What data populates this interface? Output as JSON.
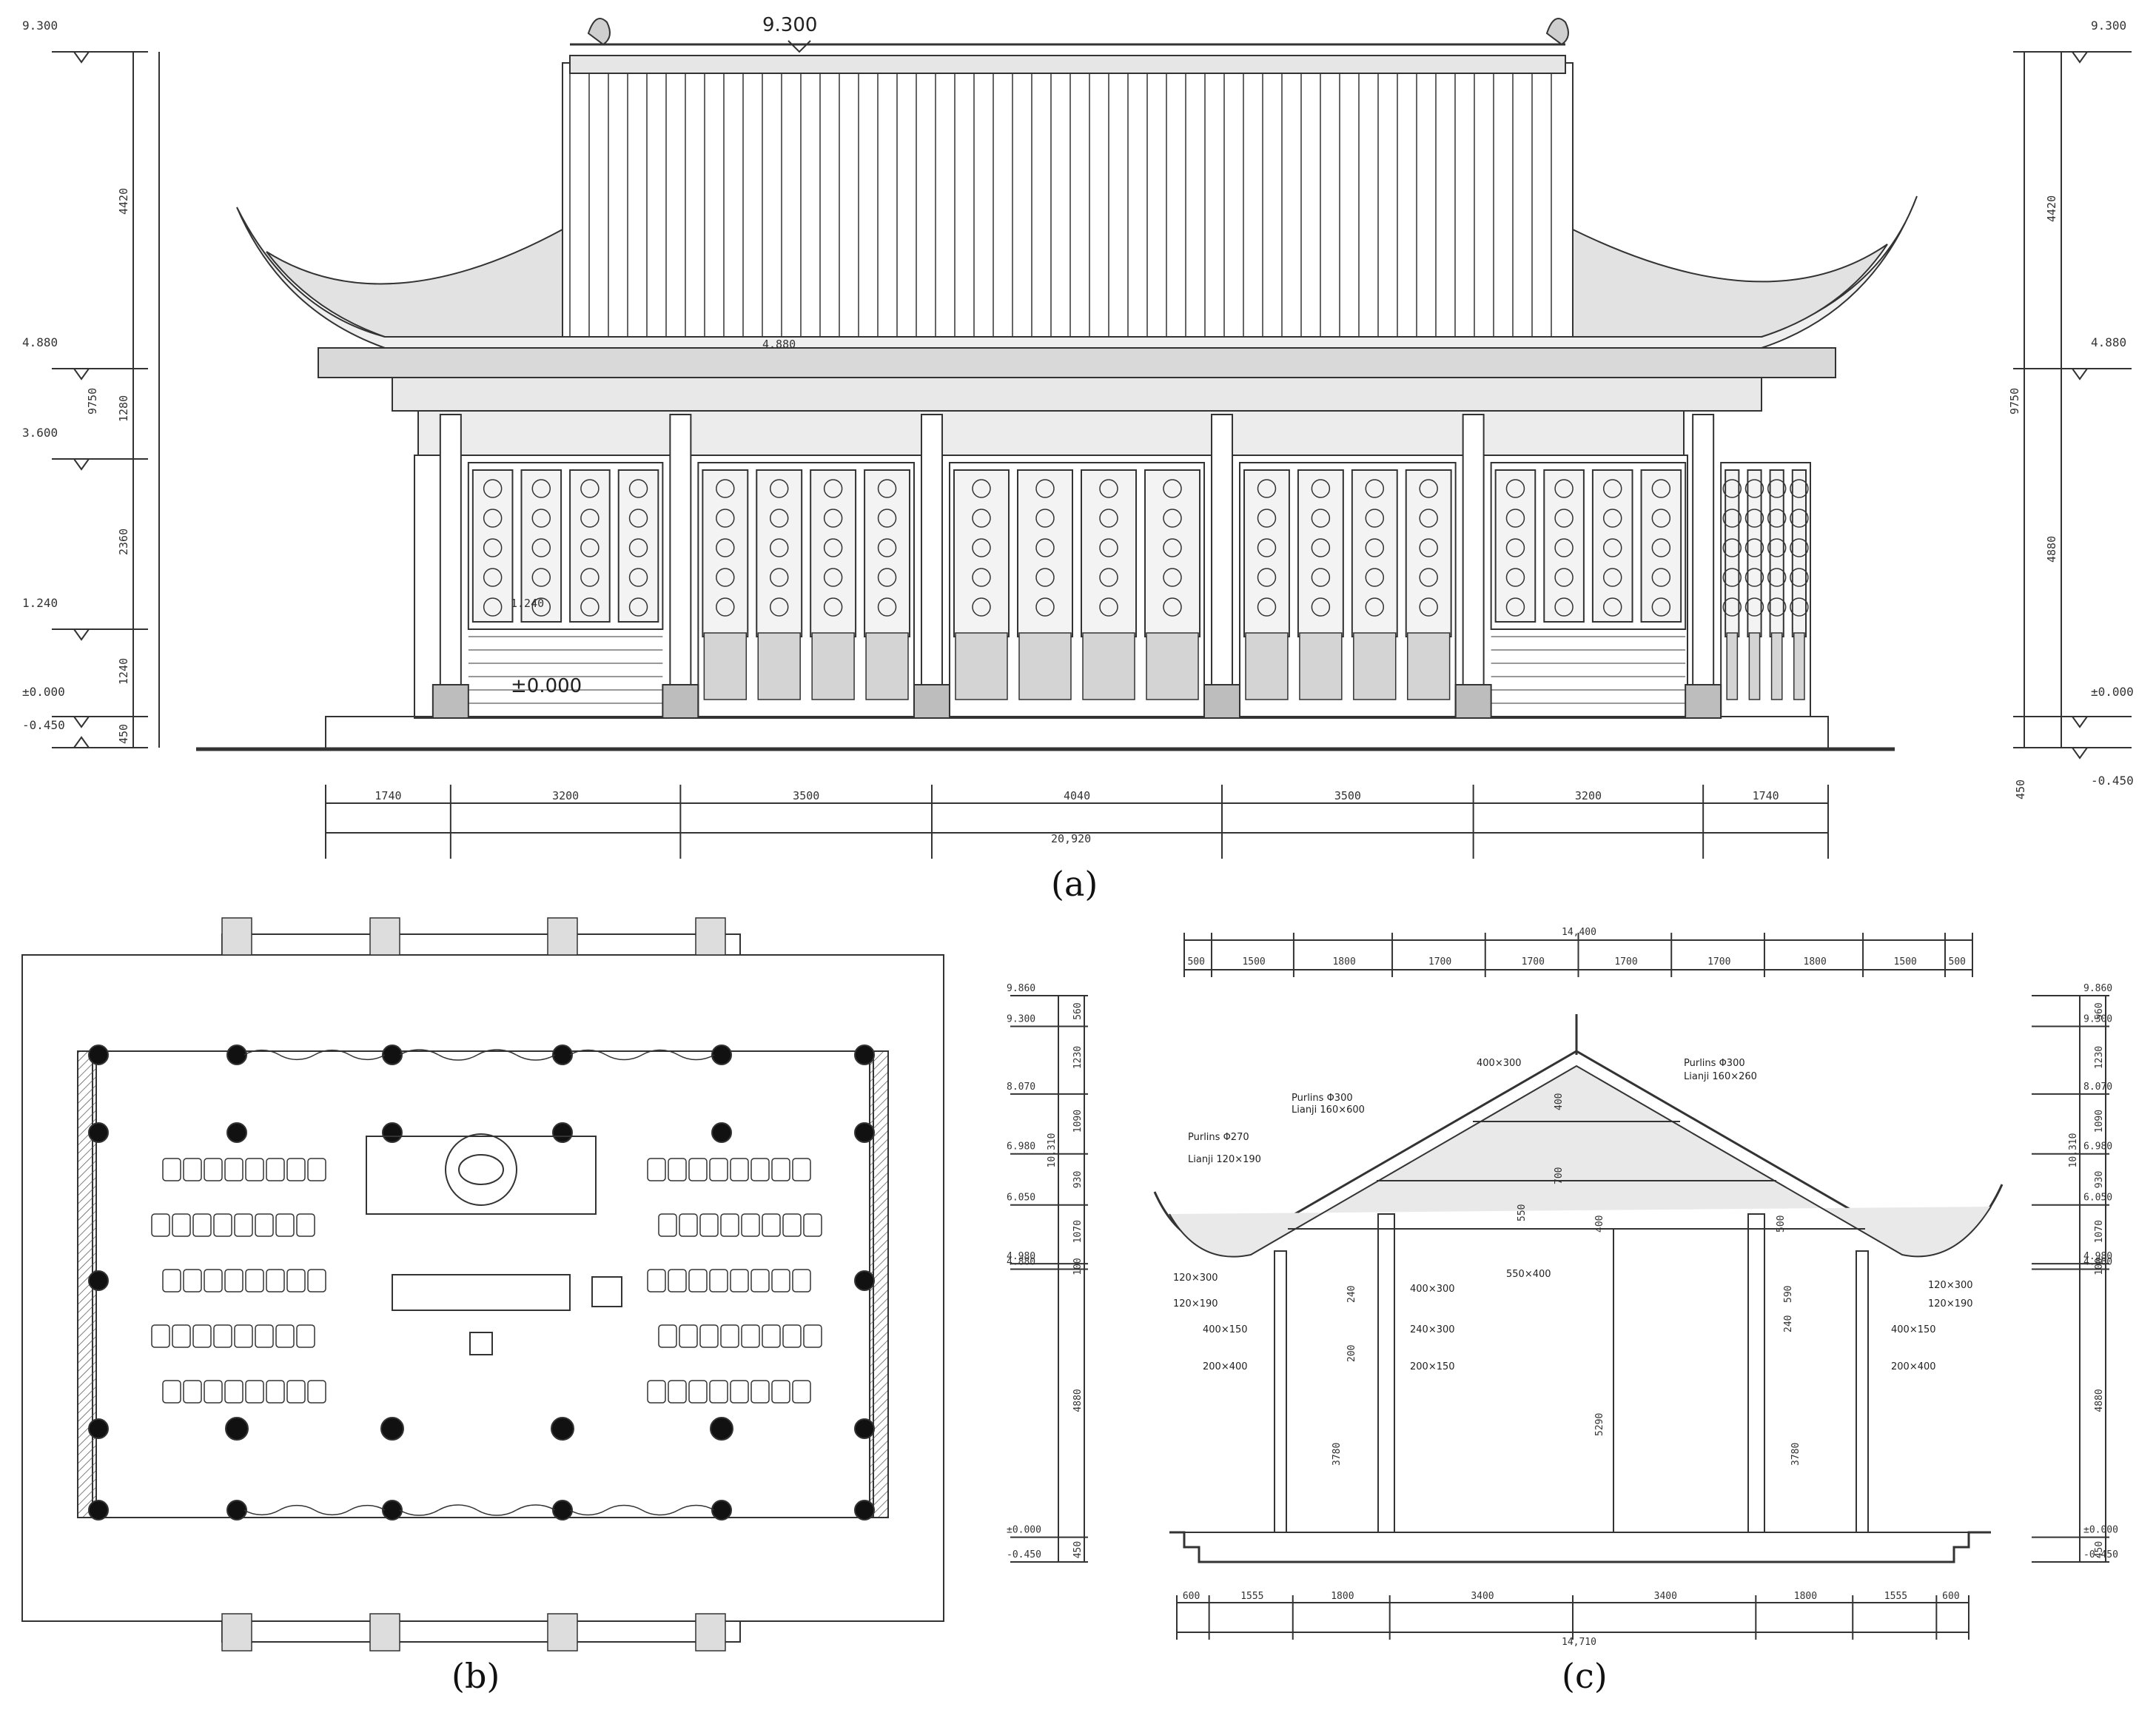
{
  "captions": {
    "a": "(a)",
    "b": "(b)",
    "c": "(c)"
  },
  "elevation": {
    "left_levels": [
      "9.300",
      "4.880",
      "3.600",
      "1.240",
      "±0.000",
      "-0.450"
    ],
    "left_segments": [
      "4420",
      "1280",
      "2360",
      "1240",
      "450"
    ],
    "left_total": "9750",
    "right_levels": [
      "9.300",
      "4.880",
      "±0.000",
      "-0.450"
    ],
    "right_segments": [
      "4420",
      "4880",
      "450"
    ],
    "right_total": "9750",
    "ridge_label": "9.300",
    "eave_label": "4.880",
    "window_label": "1.240",
    "ground_label": "±0.000",
    "bays": [
      "1740",
      "3200",
      "3500",
      "4040",
      "3500",
      "3200",
      "1740"
    ],
    "total_width": "20,920"
  },
  "section": {
    "top_total": "14,400",
    "top_bays": [
      "500",
      "1500",
      "1800",
      "1700",
      "1700",
      "1700",
      "1700",
      "1800",
      "1500",
      "500"
    ],
    "bottom_bays": [
      "600",
      "1555",
      "1800",
      "3400",
      "3400",
      "1800",
      "1555",
      "600"
    ],
    "bottom_total": "14,710",
    "levels": [
      "9.860",
      "9.300",
      "8.070",
      "6.980",
      "6.050",
      "4.980",
      "4.880",
      "±0.000",
      "-0.450"
    ],
    "segments": [
      "560",
      "1230",
      "1090",
      "930",
      "1070",
      "100",
      "4880",
      "450"
    ],
    "total_height": "10,310",
    "notes": {
      "ridge_beam": "400×300",
      "purlin_left_top": "Purlins Φ300",
      "lianji_left_top": "Lianji 160×600",
      "purlin_right": "Purlins Φ300",
      "lianji_right": "Lianji 160×260",
      "purlin_left": "Purlins Φ270",
      "lianji_left": "Lianji 120×190",
      "beam_mid": "550×400",
      "l1": "120×300",
      "l2": "120×190",
      "l3": "400×150",
      "l4": "200×400",
      "m1": "400×300",
      "m2": "240×300",
      "m3": "200×150",
      "r1": "120×300",
      "r2": "120×190",
      "r3": "400×150",
      "r4": "200×400"
    },
    "inner_dims": [
      "400",
      "700",
      "550",
      "400",
      "500",
      "240",
      "200",
      "590",
      "240",
      "3780",
      "5290",
      "3780"
    ]
  }
}
